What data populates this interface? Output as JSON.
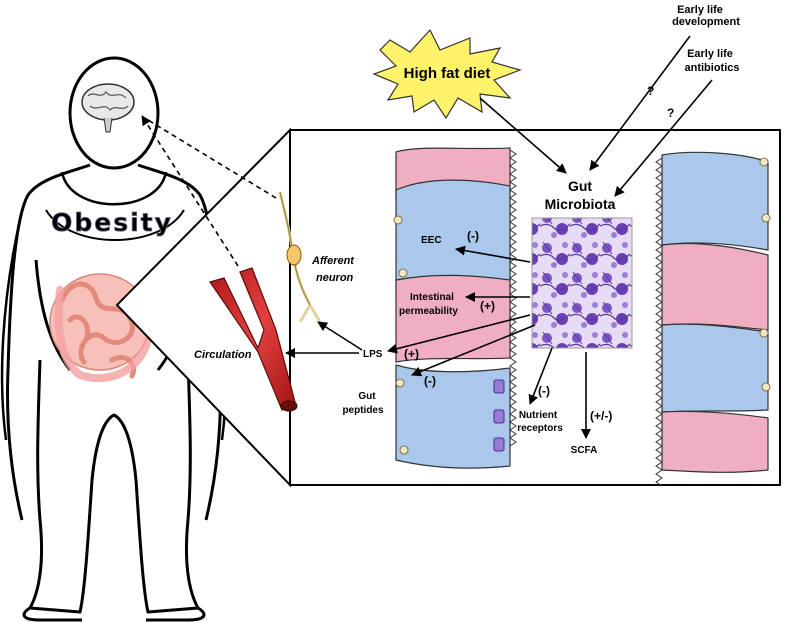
{
  "figure": {
    "body_title": "Obesity",
    "factors": {
      "high_fat_diet": "High fat diet",
      "early_life_development": [
        "Early life",
        "development"
      ],
      "early_life_antibiotics": [
        "Early life",
        "antibiotics"
      ],
      "question_mark_1": "?",
      "question_mark_2": "?"
    },
    "gut_microbiota": [
      "Gut",
      "Microbiota"
    ],
    "labels": {
      "eec": "EEC",
      "eec_effect": "(-)",
      "intestinal_permeability": [
        "Intestinal",
        "permeability"
      ],
      "permeability_effect": "(+)",
      "lps": "LPS",
      "lps_effect": "(+)",
      "gut_peptides": [
        "Gut",
        "peptides"
      ],
      "gut_peptides_effect": "(-)",
      "nutrient_receptors": [
        "Nutrient",
        "receptors"
      ],
      "nutrient_effect": "(-)",
      "scfa": "SCFA",
      "scfa_effect": "(+/-)",
      "circulation": "Circulation",
      "afferent_neuron": [
        "Afferent",
        "neuron"
      ]
    },
    "colors": {
      "blue_cell": "#a9c8ec",
      "pink_cell": "#f0aec3",
      "vessel": "#d42a2a",
      "star": "#fff36b",
      "bacteria_purple": "#6a3fb5",
      "receptor": "#9a7ad6"
    }
  }
}
